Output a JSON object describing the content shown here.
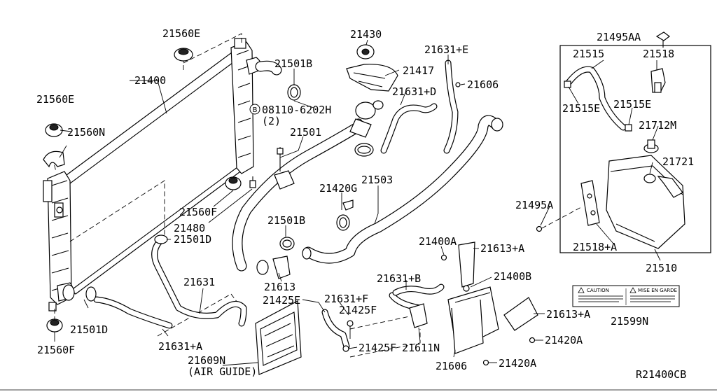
{
  "diagram_id": "R21400CB",
  "labels": {
    "p21560E_top": "21560E",
    "p21400": "21400",
    "p21560E_left": "21560E",
    "p21560N": "21560N",
    "p21501B_top": "21501B",
    "bolt_ref": "08110-6202H",
    "bolt_qty": "(2)",
    "bolt_marker": "B",
    "p21430": "21430",
    "p21417": "21417",
    "p21631E": "21631+E",
    "p21606_top": "21606",
    "p21631D": "21631+D",
    "p21501": "21501",
    "p21503": "21503",
    "p21420G": "21420G",
    "p21560F_mid": "21560F",
    "p21480": "21480",
    "p21501B_mid": "21501B",
    "p21501D_mid": "21501D",
    "p21613": "21613",
    "p21631": "21631",
    "p21501D_low": "21501D",
    "p21631A": "21631+A",
    "p21560F_low": "21560F",
    "p21425E": "21425E",
    "p21631F": "21631+F",
    "p21425F_a": "21425F",
    "p21425F_b": "21425F",
    "p21611N": "21611N",
    "p21609N": "21609N",
    "air_guide": "(AIR GUIDE)",
    "p21631B": "21631+B",
    "p21400A": "21400A",
    "p21613A_top": "21613+A",
    "p21400B": "21400B",
    "p21613A_low": "21613+A",
    "p21606_low": "21606",
    "p21420A_a": "21420A",
    "p21420A_b": "21420A",
    "p21495AA": "21495AA",
    "p21515": "21515",
    "p21518": "21518",
    "p21515E_a": "21515E",
    "p21515E_b": "21515E",
    "p21712M": "21712M",
    "p21721": "21721",
    "p21495A": "21495A",
    "p21518A": "21518+A",
    "p21510": "21510",
    "p21599N": "21599N"
  },
  "caution_label": {
    "left_title": "CAUTION",
    "right_title": "MISE EN GARDE"
  }
}
